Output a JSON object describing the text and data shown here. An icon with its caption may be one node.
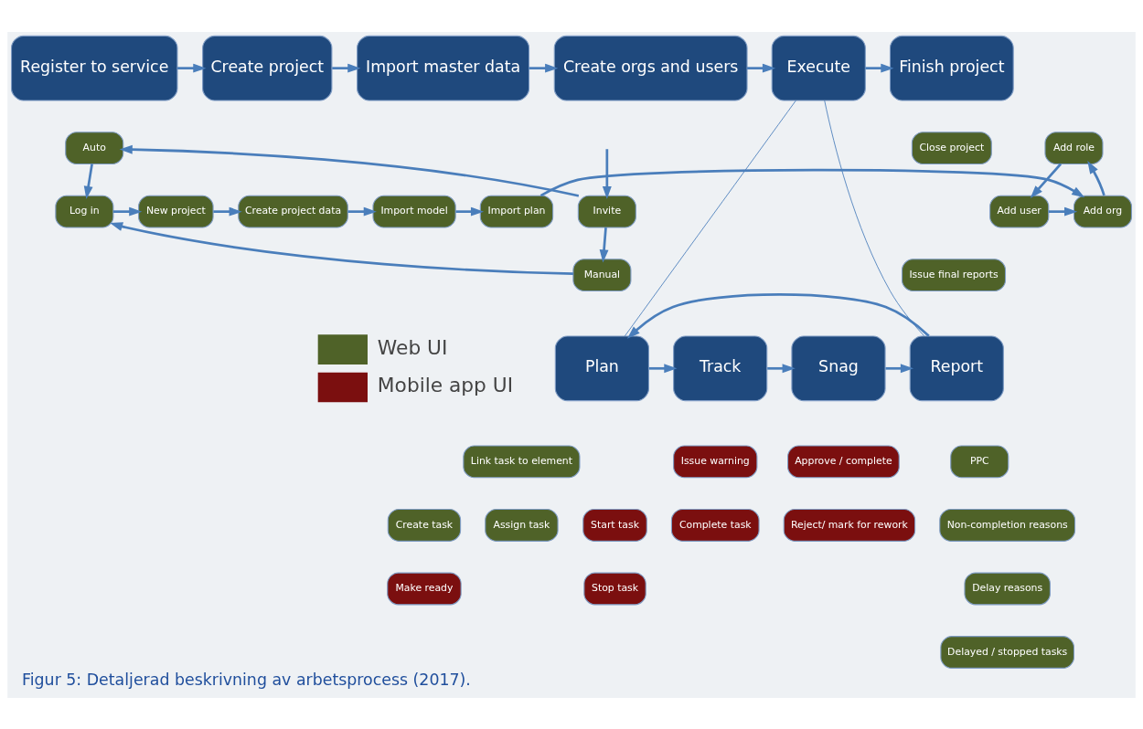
{
  "diagram": {
    "caption": "Figur 5: Detaljerad beskrivning av arbetsprocess (2017).",
    "nodes": [
      {
        "text": [
          "Register to service"
        ]
      },
      {
        "text": [
          "Create project"
        ]
      },
      {
        "text": [
          "Import master data"
        ]
      },
      {
        "text": [
          "Create orgs and users"
        ]
      },
      {
        "text": [
          "Execute"
        ]
      },
      {
        "text": [
          "Finish project"
        ]
      },
      {
        "text": [
          "Auto"
        ]
      },
      {
        "text": [
          "Invite"
        ]
      },
      {
        "text": [
          "Log in"
        ]
      },
      {
        "text": [
          "New project"
        ]
      },
      {
        "text": [
          "Create project data"
        ]
      },
      {
        "text": [
          "Import model"
        ]
      },
      {
        "text": [
          "Import plan"
        ]
      },
      {
        "text": [
          "Add role"
        ]
      },
      {
        "text": [
          "Add org"
        ]
      },
      {
        "text": [
          "Add user"
        ]
      },
      {
        "text": [
          "Manual"
        ]
      },
      {
        "text": [
          "Close project"
        ]
      },
      {
        "text": [
          "Issue final reports"
        ]
      },
      {
        "text": [
          "Plan"
        ]
      },
      {
        "text": [
          "Track"
        ]
      },
      {
        "text": [
          "Snag"
        ]
      },
      {
        "text": [
          "Report"
        ]
      },
      {
        "text": [
          "Link task to element"
        ]
      },
      {
        "text": [
          "Create task"
        ]
      },
      {
        "text": [
          "Assign task"
        ]
      },
      {
        "text": [
          "Make ready"
        ]
      },
      {
        "text": [
          "Issue warning"
        ]
      },
      {
        "text": [
          "Start task"
        ]
      },
      {
        "text": [
          "Complete task"
        ]
      },
      {
        "text": [
          "Stop task"
        ]
      },
      {
        "text": [
          "Approve / complete"
        ]
      },
      {
        "text": [
          "Reject/ mark for rework"
        ]
      },
      {
        "text": [
          "PPC"
        ]
      },
      {
        "text": [
          "Non-completion reasons"
        ]
      },
      {
        "text": [
          "Delay reasons"
        ]
      },
      {
        "text": [
          "Delayed / stopped tasks"
        ]
      }
    ],
    "edges": [
      {
        "from": 0,
        "to": 1,
        "arrow": "to"
      },
      {
        "from": 1,
        "to": 2,
        "arrow": "to"
      },
      {
        "from": 2,
        "to": 3,
        "arrow": "to"
      },
      {
        "from": 3,
        "to": 4,
        "arrow": "to"
      },
      {
        "from": 4,
        "to": 5,
        "arrow": "to"
      },
      {
        "from": null,
        "to": 7,
        "arrow": "to"
      },
      {
        "from": 7,
        "to": 6,
        "arrow": "to"
      },
      {
        "from": 7,
        "to": 16,
        "arrow": "to"
      },
      {
        "from": 6,
        "to": 8,
        "arrow": "to"
      },
      {
        "from": 16,
        "to": 8,
        "arrow": "to"
      },
      {
        "from": 8,
        "to": 9,
        "arrow": "to"
      },
      {
        "from": 9,
        "to": 10,
        "arrow": "to"
      },
      {
        "from": 10,
        "to": 11,
        "arrow": "to"
      },
      {
        "from": 11,
        "to": 12,
        "arrow": "to"
      },
      {
        "from": 12,
        "to": 14,
        "arrow": "to"
      },
      {
        "from": 14,
        "to": 13,
        "arrow": "to"
      },
      {
        "from": 13,
        "to": 15,
        "arrow": "to"
      },
      {
        "from": 15,
        "to": 14,
        "arrow": "to"
      },
      {
        "from": 4,
        "to": 19,
        "arrow": "none"
      },
      {
        "from": 4,
        "to": 22,
        "arrow": "none"
      },
      {
        "from": 22,
        "to": 19,
        "arrow": "to"
      },
      {
        "from": 19,
        "to": 20,
        "arrow": "to"
      },
      {
        "from": 20,
        "to": 21,
        "arrow": "to"
      },
      {
        "from": 21,
        "to": 22,
        "arrow": "to"
      }
    ],
    "legend": [
      {
        "text": "Web UI",
        "color": "#4f6228"
      },
      {
        "text": "Mobile app UI",
        "color": "#7b0f0f"
      }
    ]
  }
}
